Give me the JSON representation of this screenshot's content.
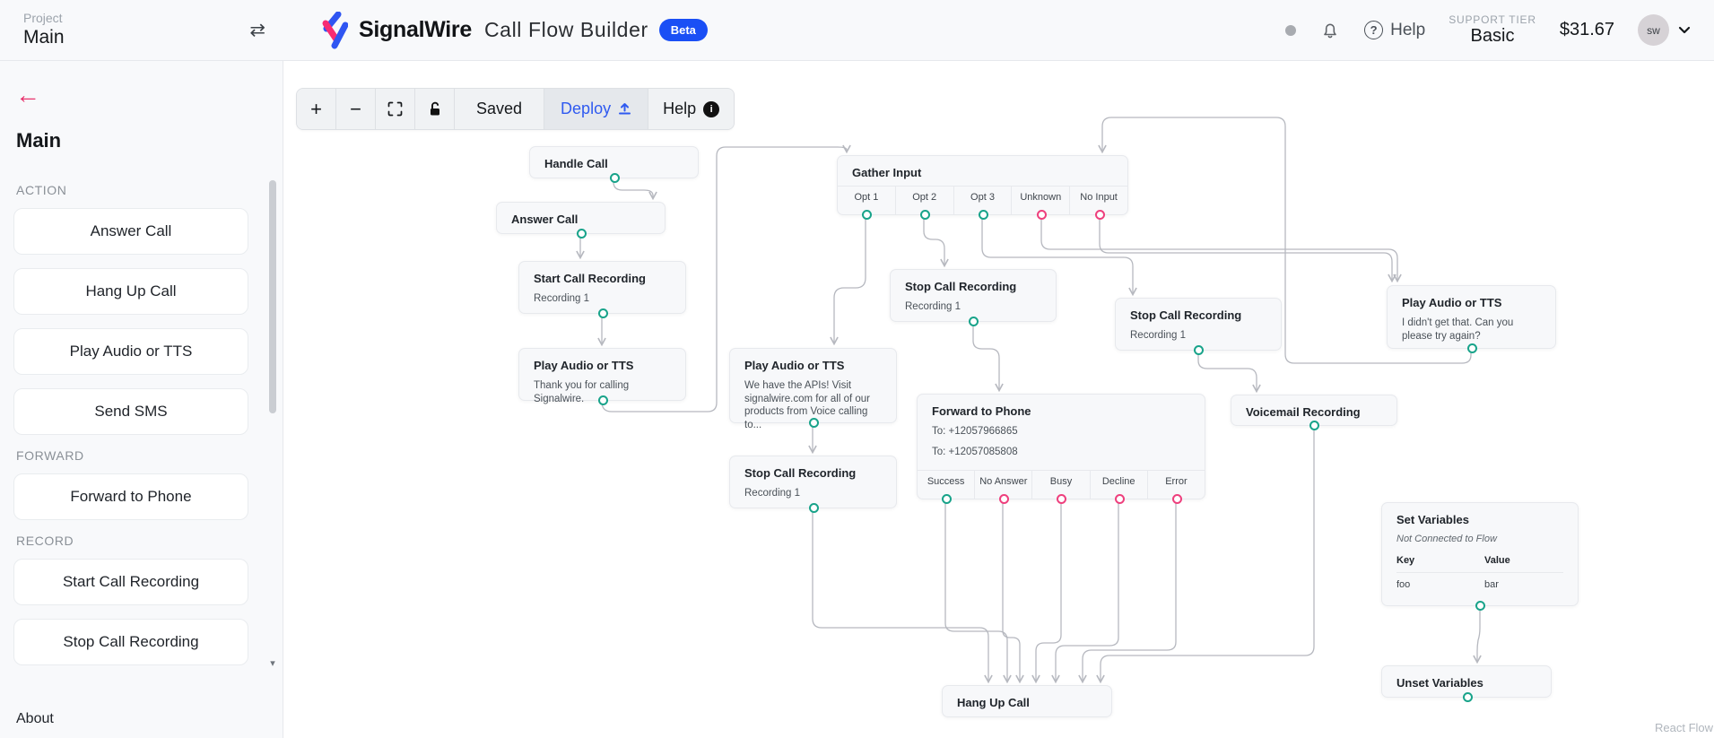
{
  "header": {
    "project_label": "Project",
    "project_name": "Main",
    "swap_icon": "⇄",
    "brand": "SignalWire",
    "app_title": "Call Flow Builder",
    "beta_badge": "Beta",
    "help_label": "Help",
    "help_qmark": "?",
    "support_tier_label": "SUPPORT TIER",
    "support_tier_value": "Basic",
    "balance": "$31.67",
    "avatar_initials": "sw"
  },
  "sidebar": {
    "back_arrow": "←",
    "title": "Main",
    "sections": [
      {
        "label": "ACTION",
        "items": [
          "Answer Call",
          "Hang Up Call",
          "Play Audio or TTS",
          "Send SMS"
        ]
      },
      {
        "label": "FORWARD",
        "items": [
          "Forward to Phone"
        ]
      },
      {
        "label": "RECORD",
        "items": [
          "Start Call Recording",
          "Stop Call Recording"
        ]
      }
    ],
    "scroll_down_arrow": "▾",
    "about_label": "About"
  },
  "toolbar": {
    "zoom_in": "+",
    "zoom_out": "−",
    "saved_label": "Saved",
    "deploy_label": "Deploy",
    "help_label": "Help",
    "info_glyph": "i"
  },
  "canvas": {
    "attribution": "React Flow",
    "nodes": [
      {
        "title": "Handle Call"
      },
      {
        "title": "Answer Call"
      },
      {
        "title": "Start Call Recording",
        "subtitle": "Recording 1"
      },
      {
        "title": "Play Audio or TTS",
        "subtitle": "Thank you for calling Signalwire."
      },
      {
        "title": "Gather Input",
        "outputs": [
          {
            "label": "Opt 1",
            "color": "teal"
          },
          {
            "label": "Opt 2",
            "color": "teal"
          },
          {
            "label": "Opt 3",
            "color": "teal"
          },
          {
            "label": "Unknown",
            "color": "pink"
          },
          {
            "label": "No Input",
            "color": "pink"
          }
        ]
      },
      {
        "title": "Stop Call Recording",
        "subtitle": "Recording 1"
      },
      {
        "title": "Play Audio or TTS",
        "subtitle": "We have the APIs! Visit signalwire.com for all of our products from Voice calling to..."
      },
      {
        "title": "Stop Call Recording",
        "subtitle": "Recording 1"
      },
      {
        "title": "Forward to Phone",
        "lines": [
          "To: +12057966865",
          "To: +12057085808"
        ],
        "outputs": [
          {
            "label": "Success",
            "color": "teal"
          },
          {
            "label": "No Answer",
            "color": "pink"
          },
          {
            "label": "Busy",
            "color": "pink"
          },
          {
            "label": "Decline",
            "color": "pink"
          },
          {
            "label": "Error",
            "color": "pink"
          }
        ]
      },
      {
        "title": "Stop Call Recording",
        "subtitle": "Recording 1"
      },
      {
        "title": "Play Audio or TTS",
        "subtitle": "I didn't get that. Can you please try again?"
      },
      {
        "title": "Voicemail Recording"
      },
      {
        "title": "Set Variables",
        "note": "Not Connected to Flow",
        "table": {
          "headers": [
            "Key",
            "Value"
          ],
          "rows": [
            [
              "foo",
              "bar"
            ]
          ]
        }
      },
      {
        "title": "Unset Variables"
      },
      {
        "title": "Hang Up Call"
      }
    ]
  },
  "colors": {
    "accent_pink": "#e8336d",
    "brand_blue": "#2f55f2",
    "brand_pink": "#f72b73",
    "beta_blue": "#1a4ff5",
    "deploy_blue": "#2f5af0",
    "handle_teal": "#18a38a",
    "handle_pink": "#ee3f7d",
    "edge_gray": "#b6b8bf"
  }
}
